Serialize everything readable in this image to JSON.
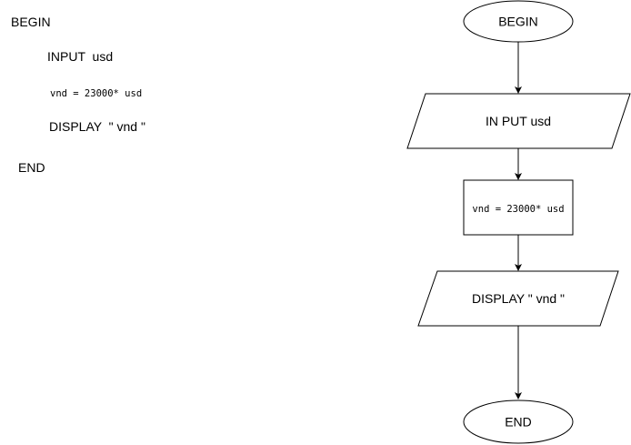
{
  "pseudocode": {
    "begin": "BEGIN",
    "input": "INPUT  usd",
    "compute": "vnd = 23000* usd",
    "display": "DISPLAY  \" vnd \"",
    "end": "END"
  },
  "flowchart": {
    "begin": "BEGIN",
    "input": "IN PUT usd",
    "process": "vnd = 23000* usd",
    "output": "DISPLAY  \" vnd \"",
    "end": "END"
  }
}
